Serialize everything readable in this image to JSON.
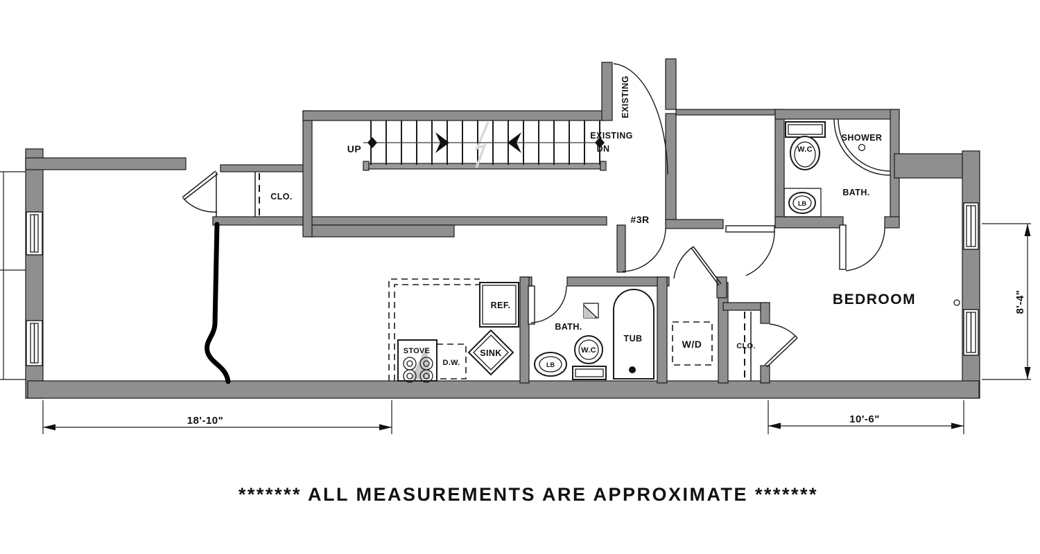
{
  "plan": {
    "footer_note": "******* ALL MEASUREMENTS ARE APPROXIMATE *******",
    "unit_label": "#3R",
    "stairs": {
      "up": "UP",
      "existing": "EXISTING",
      "dn": "DN",
      "existing_door": "EXISTING"
    },
    "rooms": {
      "bedroom": "BEDROOM",
      "bath_upper": "BATH.",
      "bath_main": "BATH.",
      "closet_hall": "CLO.",
      "closet_bedroom": "CLO."
    },
    "fixtures": {
      "wc_upper": "W.C",
      "wc_main": "W.C",
      "shower": "SHOWER",
      "lav_upper": "LB",
      "lav_main": "LB",
      "tub": "TUB",
      "ref": "REF.",
      "sink": "SINK",
      "dishwasher": "D.W.",
      "stove": "STOVE",
      "washer_dryer": "W/D"
    },
    "dimensions": {
      "living_width": "18'-10\"",
      "bedroom_width": "10'-6\"",
      "bedroom_depth": "8'-4\""
    },
    "colors": {
      "wall_fill": "#8f8f8f",
      "line": "#1a1a1a",
      "background": "#ffffff",
      "light_gray": "#d8d8d8"
    }
  }
}
